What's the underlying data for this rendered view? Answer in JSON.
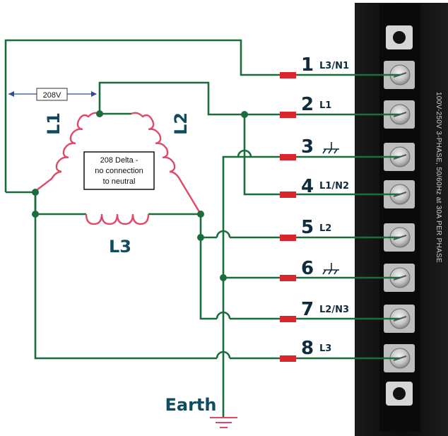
{
  "coils": {
    "l1": "L1",
    "l2": "L2",
    "l3": "L3"
  },
  "dimension_label": "208V",
  "note_box": {
    "line1": "208 Delta -",
    "line2": "no connection",
    "line3": "to neutral"
  },
  "earth_label": "Earth",
  "terminal_strip_text": "100V-250V 3-PHASE, 50/60Hz at 30A PER PHASE",
  "pins": [
    {
      "number": "1",
      "label": "L3/N1"
    },
    {
      "number": "2",
      "label": "L1"
    },
    {
      "number": "3",
      "label": "",
      "symbol": "ground-icon"
    },
    {
      "number": "4",
      "label": "L1/N2"
    },
    {
      "number": "5",
      "label": "L2"
    },
    {
      "number": "6",
      "label": "",
      "symbol": "ground-icon"
    },
    {
      "number": "7",
      "label": "L2/N3"
    },
    {
      "number": "8",
      "label": "L3"
    }
  ],
  "colors": {
    "wire": "#1a6e3c",
    "coil": "#e04a6a",
    "connector": "#d9262e",
    "text": "#0d2d3e",
    "dimension": "#2b4aa0"
  }
}
